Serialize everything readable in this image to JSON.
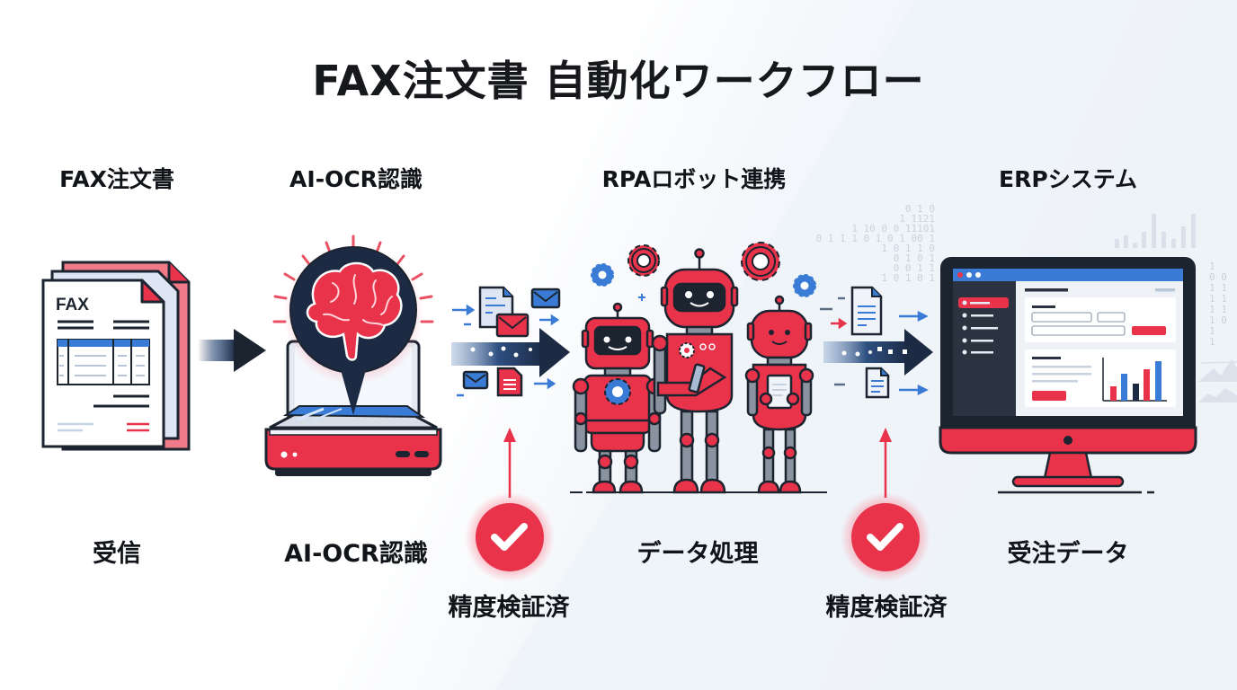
{
  "title": "FAX注文書 自動化ワークフロー",
  "stages": [
    {
      "label": "FAX注文書",
      "step": "受信"
    },
    {
      "label": "AI-OCR認識",
      "step": "AI-OCR認識"
    },
    {
      "label": "RPAロボット連携",
      "step": "データ処理"
    },
    {
      "label": "ERPシステム",
      "step": "受注データ"
    }
  ],
  "fax_doc": {
    "header": "FAX"
  },
  "checks": [
    {
      "label": "精度検証済"
    },
    {
      "label": "精度検証済"
    }
  ],
  "icons": {
    "fax": "fax-document-stack-icon",
    "ocr": "brain-scanner-icon",
    "rpa": "robots-team-icon",
    "erp": "erp-monitor-icon",
    "check": "check-circle-icon",
    "flow": "flow-arrow-icon"
  },
  "binary_left": [
    "0  1  0",
    "1  1121",
    "1 10 0 0 11101",
    "0 1 1 1 0 1 0 1  00 1",
    "1 0 1 1 0",
    "0  1 0 1",
    "0 0 1 1",
    "1 0 1 0 1"
  ],
  "binary_right": [
    "1",
    "0 0",
    "1 1",
    "1 1",
    "1 1",
    "1 0",
    "1",
    "1"
  ],
  "colors": {
    "accent_red": "#e8334a",
    "navy": "#1c2a44",
    "blue": "#3a7bd5",
    "text": "#16181c"
  }
}
